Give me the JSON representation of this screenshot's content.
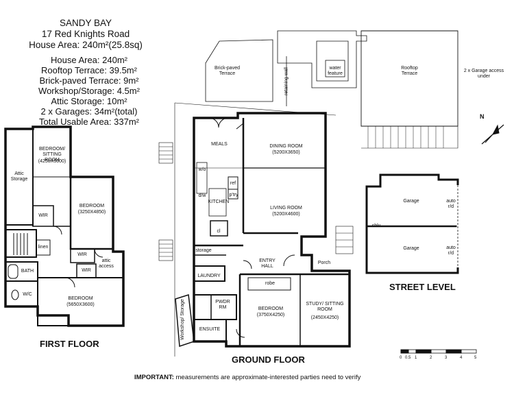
{
  "header": {
    "suburb": "SANDY BAY",
    "address": "17 Red Knights Road",
    "house_area_summary": "House Area: 240m²(25.8sq)"
  },
  "stats": [
    "House Area: 240m²",
    "Rooftop Terrace: 39.5m²",
    "Brick-paved Terrace: 9m²",
    "Workshop/Storage: 4.5m²",
    "Attic Storage: 10m²",
    "2 x Garages: 34m²(total)",
    "Total Usable Area: 337m²"
  ],
  "first_floor": {
    "title": "FIRST FLOOR",
    "rooms": {
      "attic_storage": "Attic Storage",
      "bedroom_sitting": "BEDROOM/ SITTING ROOM",
      "bedroom_sitting_dims": "(4250X5000)",
      "bedroom2": "BEDROOM",
      "bedroom2_dims": "(3250X4850)",
      "wir1": "WIR",
      "wir2": "WIR",
      "wir3": "WIR",
      "linen": "linen",
      "bath": "BATH",
      "wc": "W/C",
      "attic_access": "attic access",
      "bedroom3": "BEDROOM",
      "bedroom3_dims": "(5650X3600)"
    }
  },
  "ground_floor": {
    "title": "GROUND FLOOR",
    "rooms": {
      "brick_terrace": "Brick-paved Terrace",
      "retaining_wall": "retaining wall",
      "water_feature": "water feature",
      "rooftop_terrace": "Rooftop Terrace",
      "garage_access": "2 x Garage access under",
      "meals": "MEALS",
      "dining": "DINING ROOM",
      "dining_dims": "(5200X3650)",
      "wo": "w/o",
      "dw": "d/w",
      "ref": "ref",
      "pty": "p'try",
      "kitchen": "KITCHEN",
      "living": "LIVING ROOM",
      "living_dims": "(5200X4600)",
      "cl": "cl",
      "storage": "storage",
      "entry": "ENTRY HALL",
      "porch": "Porch",
      "laundry": "LAUNDRY",
      "robe": "robe",
      "pwdr": "PWDR RM",
      "bedroom": "BEDROOM",
      "bedroom_dims": "(3750X4250)",
      "study": "STUDY/ SITTING ROOM",
      "study_dims": "(2450X4250)",
      "ensuite": "ENSUITE",
      "workshop": "Workshop/ Storage"
    }
  },
  "street_level": {
    "title": "STREET LEVEL",
    "garage1": "Garage",
    "garage2": "Garage",
    "auto1": "auto r/d",
    "auto2": "auto r/d",
    "shlv": "shlv"
  },
  "scale": {
    "ticks": [
      "0",
      "0.5",
      "1",
      "2",
      "3",
      "4",
      "5"
    ]
  },
  "north_label": "N",
  "disclaimer": {
    "label": "IMPORTANT:",
    "text": " measurements are approximate-interested parties need to verify"
  }
}
